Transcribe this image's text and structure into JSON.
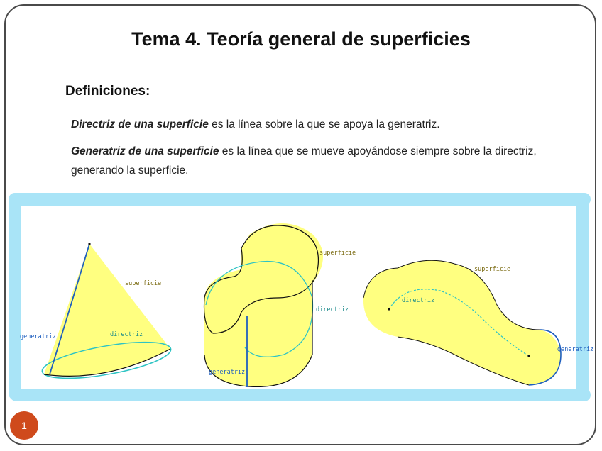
{
  "slide": {
    "title": "Tema 4. Teoría general de superficies",
    "heading": "Definiciones:",
    "def1": {
      "term": "Directriz de una superficie",
      "text": " es la línea sobre la que se apoya la generatriz."
    },
    "def2": {
      "term": "Generatriz de una superficie",
      "text": " es la línea que se mueve apoyándose siempre sobre la directriz, generando la superficie."
    },
    "page_number": "1"
  },
  "figures": {
    "cone": {
      "superficie": "superficie",
      "directriz": "directriz",
      "generatriz": "generatriz"
    },
    "cylinder": {
      "superficie": "superficie",
      "directriz": "directriz",
      "generatriz": "generatriz"
    },
    "tube": {
      "superficie": "superficie",
      "directriz": "directriz",
      "generatriz": "generatriz"
    }
  },
  "colors": {
    "frame": "#a9e4f7",
    "surface": "#ffff80",
    "directriz": "#2ec4c4",
    "generatriz": "#1f5fbf",
    "badge": "#cf4a1c"
  }
}
